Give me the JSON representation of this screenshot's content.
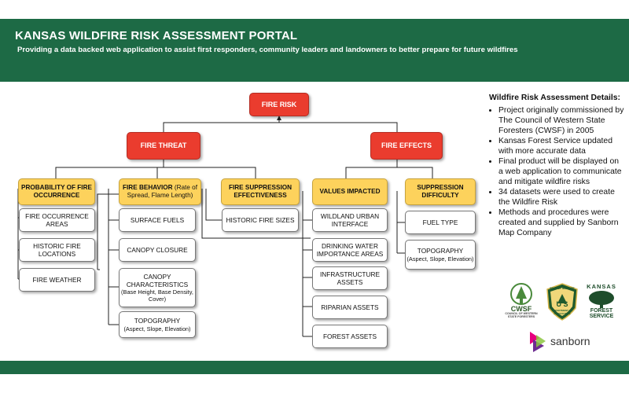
{
  "header": {
    "title": "KANSAS WILDFIRE RISK ASSESSMENT PORTAL",
    "subtitle": "Providing a data backed web application to assist first responders, community leaders and landowners to better prepare for future wildfires"
  },
  "diagram": {
    "root": "FIRE RISK",
    "threat": "FIRE THREAT",
    "effects": "FIRE EFFECTS",
    "prob_title": "PROBABILITY OF FIRE OCCURRENCE",
    "behav_title": "FIRE BEHAVIOR",
    "behav_sub": "(Rate of Spread, Flame Length)",
    "supp_eff_title": "FIRE SUPPRESSION EFFECTIVENESS",
    "values_title": "VALUES IMPACTED",
    "supp_diff_title": "SUPPRESSION DIFFICULTY",
    "prob_items": [
      "FIRE OCCURRENCE AREAS",
      "HISTORIC FIRE LOCATIONS",
      "FIRE WEATHER"
    ],
    "behav_items": [
      "SURFACE FUELS",
      "CANOPY CLOSURE"
    ],
    "canopy_char": "CANOPY CHARACTERISTICS",
    "canopy_char_sub": "(Base Height, Base Density, Cover)",
    "topo": "TOPOGRAPHY",
    "topo_sub": "(Aspect, Slope, Elevation)",
    "supp_eff_items": [
      "HISTORIC FIRE SIZES"
    ],
    "values_items": [
      "WILDLAND URBAN INTERFACE",
      "DRINKING WATER IMPORTANCE AREAS",
      "INFRASTRUCTURE ASSETS",
      "RIPARIAN ASSETS",
      "FOREST ASSETS"
    ],
    "fuel_type": "FUEL TYPE"
  },
  "details": {
    "heading": "Wildfire Risk Assessment Details:",
    "items": [
      "Project originally commissioned by The Council of Western State Foresters (CWSF) in 2005",
      "Kansas Forest Service updated with more accurate data",
      "Final product will be displayed on a web application to communicate and mitigate wildfire risks",
      "34 datasets were used to create the Wildfire Risk",
      "Methods and procedures were created and supplied by Sanborn Map Company"
    ]
  },
  "logos": {
    "cwsf": "CWSF",
    "cwsf_sub": "COUNCIL OF WESTERN STATE FORESTERS",
    "usfs_top": "FOREST SERVICE",
    "usfs_mid": "U S",
    "usfs_bot": "DEPARTMENT OF AGRICULTURE",
    "kfs_top": "KANSAS",
    "kfs_bot": "FOREST SERVICE",
    "sanborn": "sanborn"
  },
  "colors": {
    "header_green": "#1d6a45",
    "red_box": "#ea3c2e",
    "yellow_box": "#fdd25c"
  }
}
